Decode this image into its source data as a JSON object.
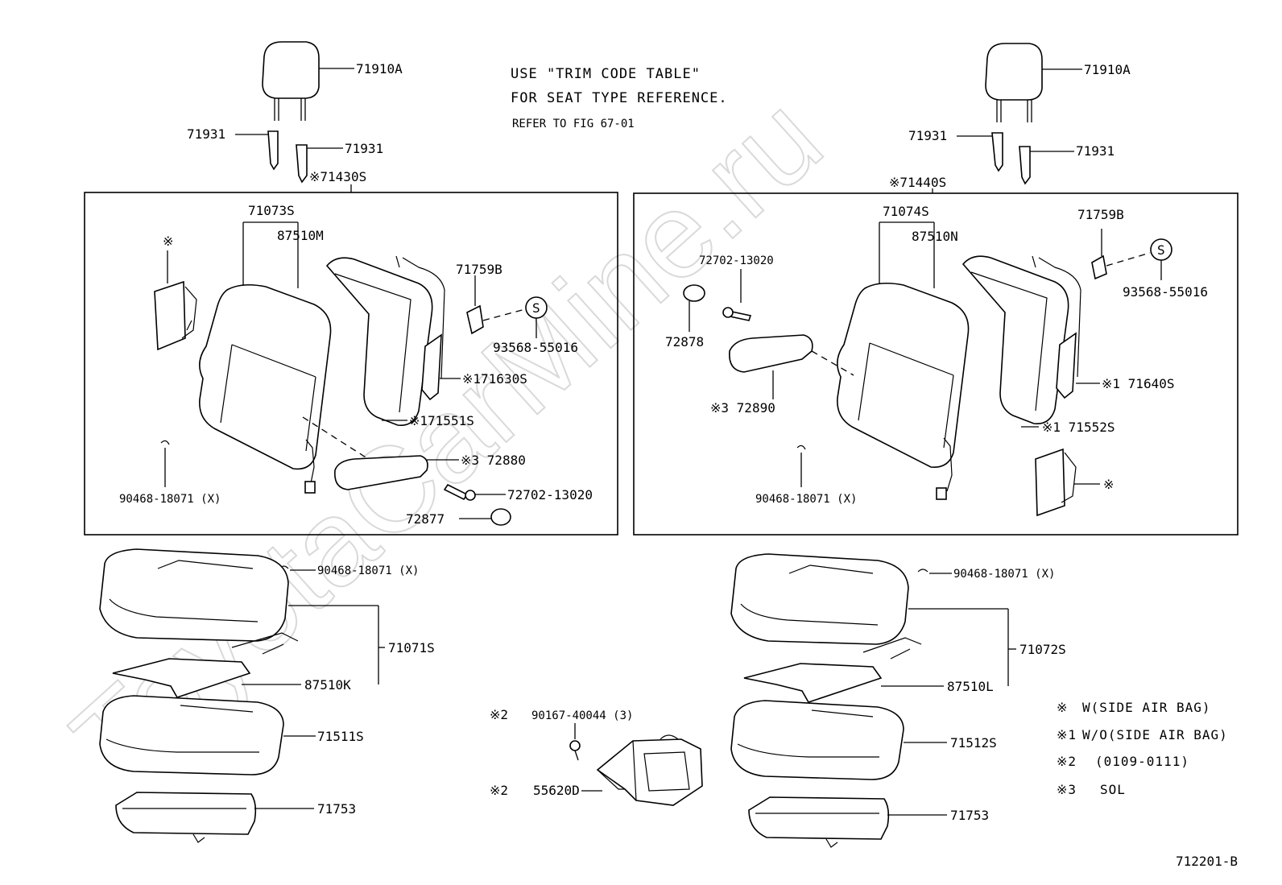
{
  "watermark": "ToyotaCarMine.ru",
  "notes": {
    "line1": "USE \"TRIM CODE TABLE\"",
    "line2": "FOR SEAT TYPE REFERENCE.",
    "line3": "REFER TO FIG 67-01"
  },
  "left": {
    "headrest": "71910A",
    "support_a": "71931",
    "support_b": "71931",
    "back_assy": "※71430S",
    "back_cover": "71073S",
    "pad": "87510M",
    "airbag_mark": "※",
    "hinge": "71759B",
    "screw_symbol": "S",
    "screw": "93568-55016",
    "frame": "※171630S",
    "pad2": "※171551S",
    "armrest": "※3  72880",
    "bolt": "72702-13020",
    "cap": "72877",
    "clip": "90468-18071 (X)",
    "cushion_clip": "90468-18071 (X)",
    "cushion_cover": "71071S",
    "cushion_pad": "87510K",
    "cushion_frame": "71511S",
    "shield": "71753"
  },
  "right": {
    "headrest": "71910A",
    "support_a": "71931",
    "support_b": "71931",
    "back_assy": "※71440S",
    "back_cover": "71074S",
    "pad": "87510N",
    "hinge": "71759B",
    "screw_symbol": "S",
    "screw": "93568-55016",
    "bolt": "72702-13020",
    "cap": "72878",
    "armrest": "※3  72890",
    "frame": "※1 71640S",
    "pad2": "※1  71552S",
    "airbag_mark": "※",
    "clip": "90468-18071 (X)",
    "cushion_clip": "90468-18071 (X)",
    "cushion_cover": "71072S",
    "cushion_pad": "87510L",
    "cushion_frame": "71512S",
    "shield": "71753"
  },
  "center": {
    "mark_a": "※2",
    "bolt": "90167-40044 (3)",
    "mark_b": "※2",
    "holder": "55620D"
  },
  "legend": {
    "l1_mark": "※",
    "l1_text": "W(SIDE AIR BAG)",
    "l2_mark": "※1",
    "l2_text": "W/O(SIDE AIR BAG)",
    "l3_mark": "※2",
    "l3_text": "(0109-0111)",
    "l4_mark": "※3",
    "l4_text": "SOL"
  },
  "figure_id": "712201-B"
}
